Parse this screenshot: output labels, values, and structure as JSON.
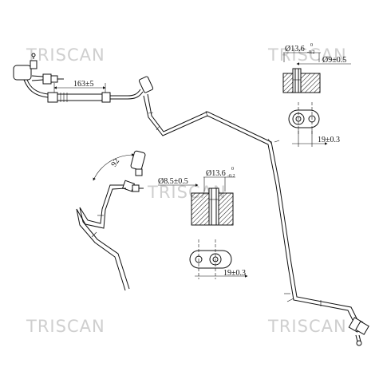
{
  "watermark": {
    "text": "TRISCAN",
    "color": "#cfcfcf"
  },
  "dimensions": {
    "hose_length": "163±5",
    "angle": "92",
    "top_detail": {
      "outer_dia": "Ø13.6",
      "outer_tol_upper": "0",
      "outer_tol_lower": "-0.2",
      "inner_dia": "Ø9±0.5",
      "pitch": "19±0.3"
    },
    "bottom_detail": {
      "inner_dia": "Ø8.5±0.5",
      "outer_dia": "Ø13.6",
      "outer_tol_upper": "0",
      "outer_tol_lower": "-0.2",
      "pitch": "19±0.3"
    }
  },
  "colors": {
    "line": "#111111",
    "background": "#ffffff"
  }
}
